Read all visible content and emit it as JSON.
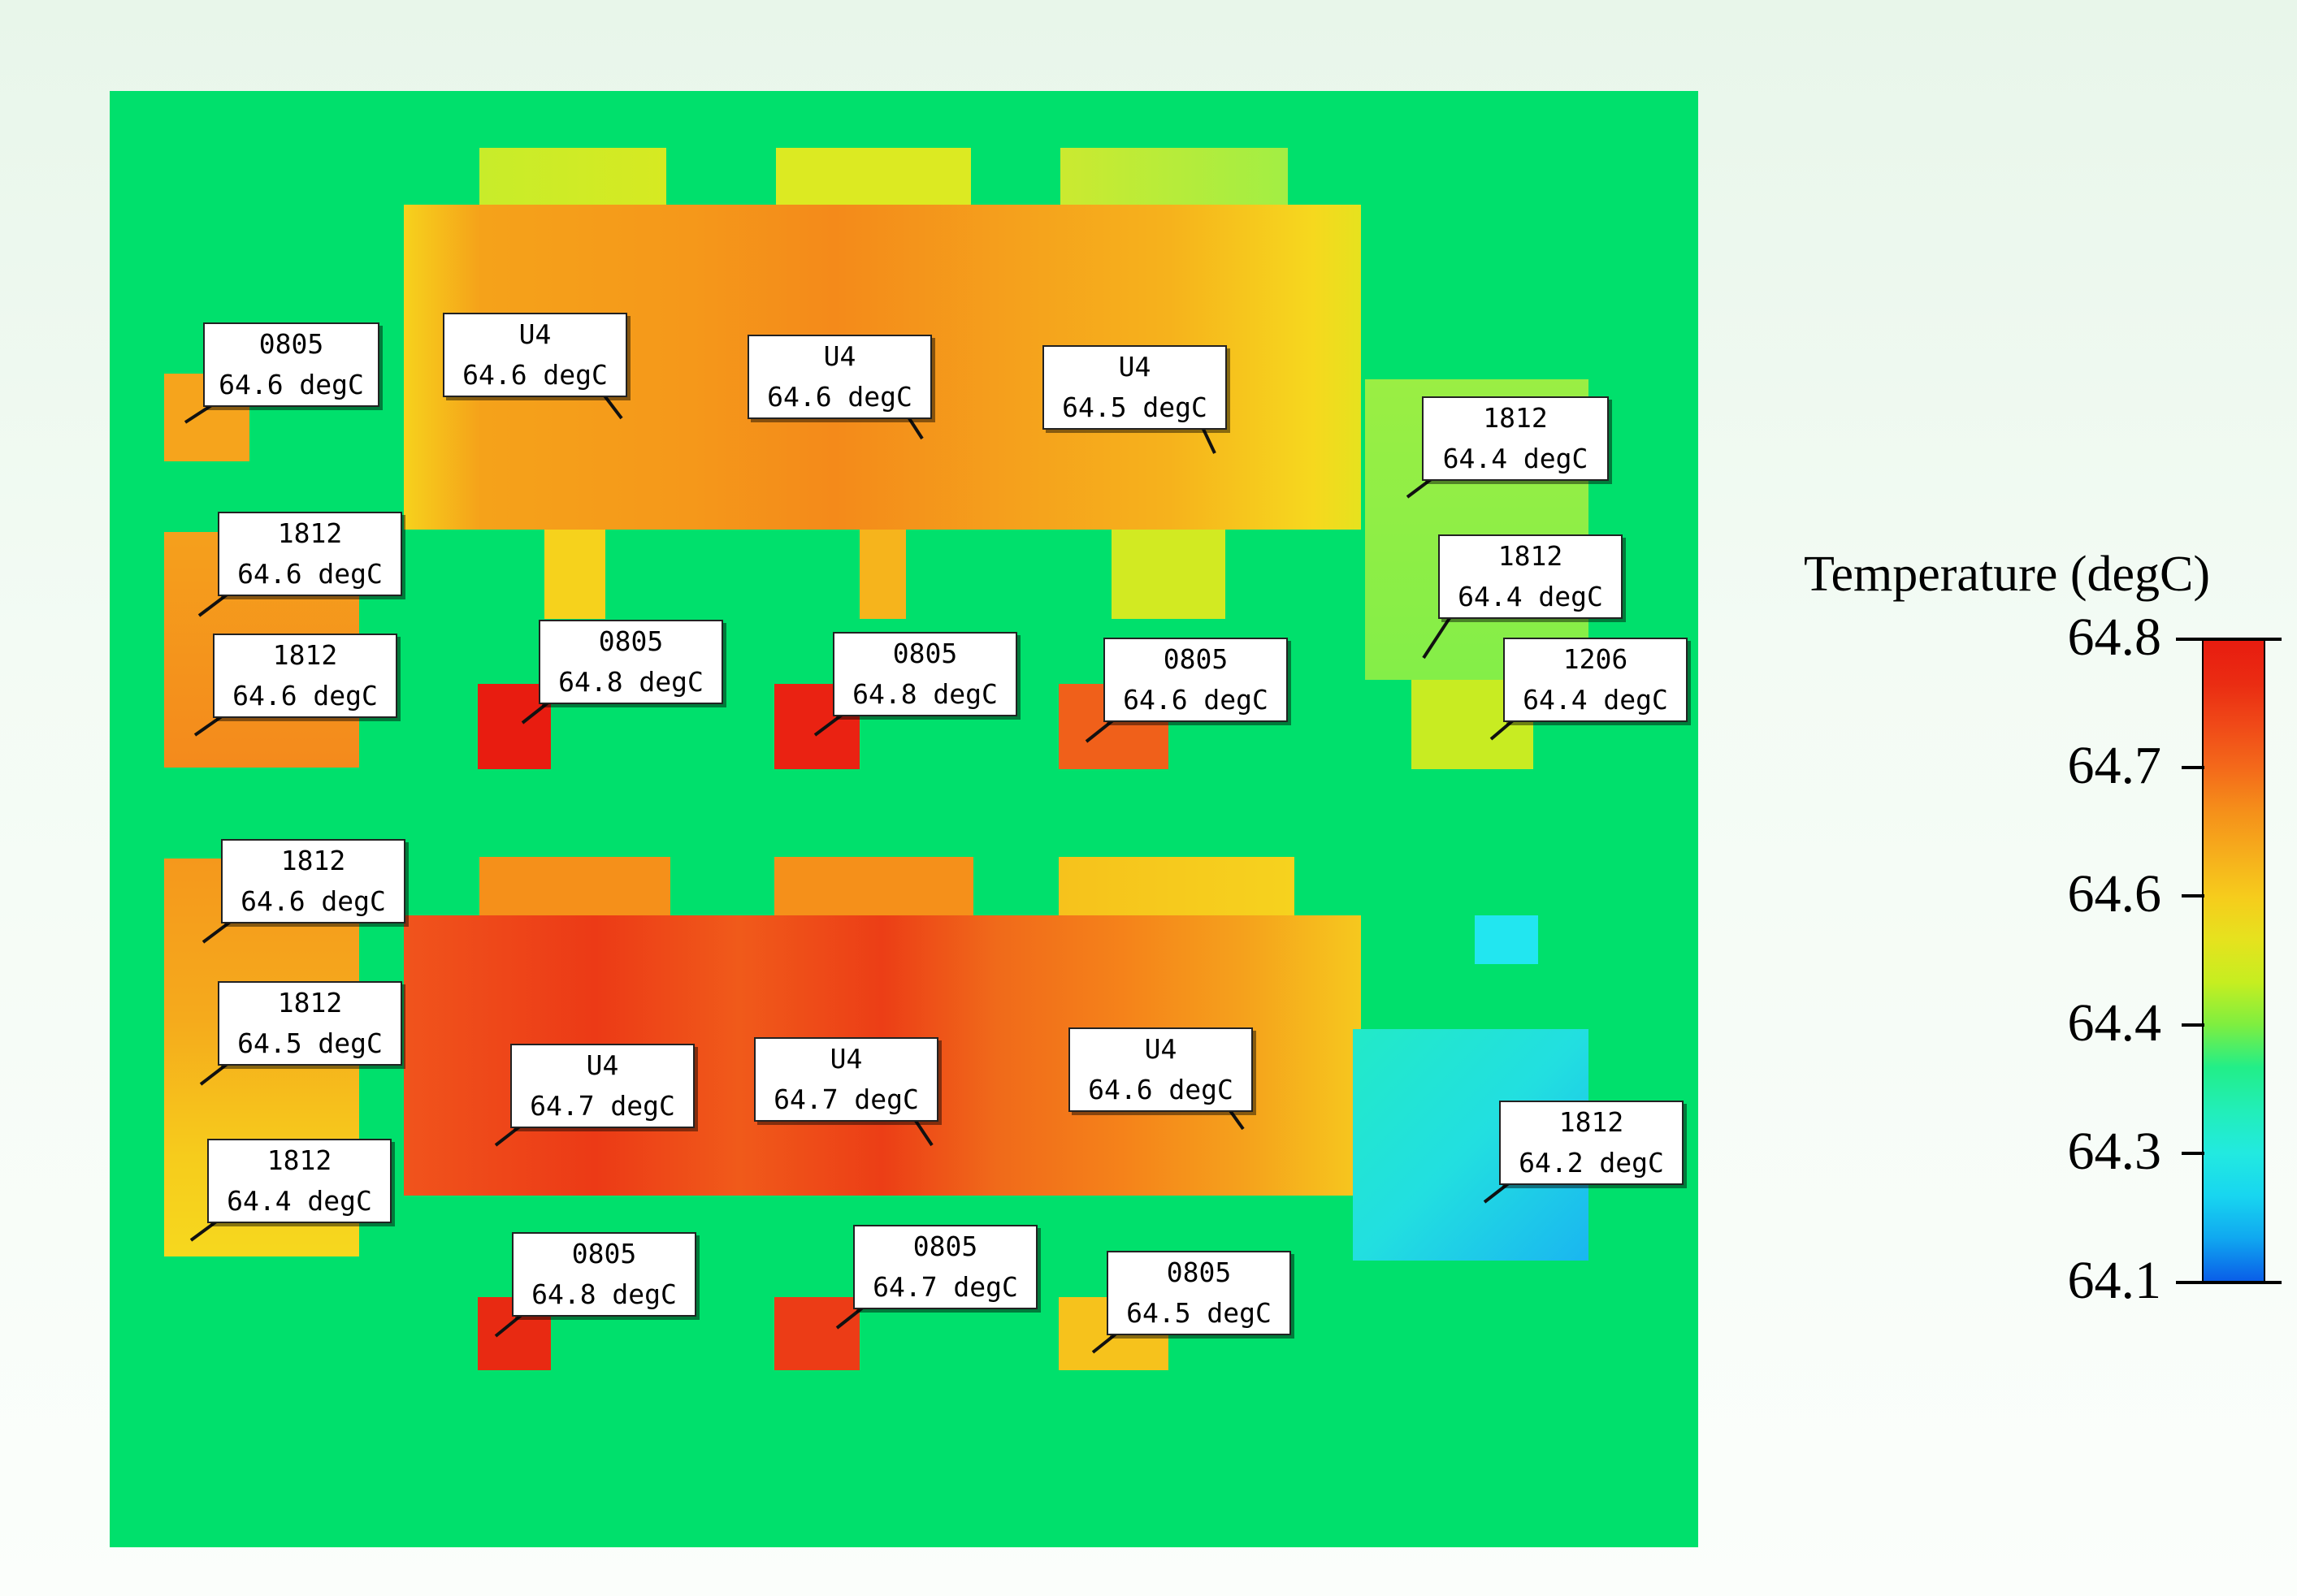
{
  "colors": {
    "board": "#00e06c",
    "t64_8": "#e81c10",
    "t64_7": "#f0441c",
    "t64_6": "#f5901a",
    "t64_5": "#f6c21c",
    "t64_4": "#c6ee20",
    "t64_3": "#22eeb0",
    "t64_2": "#22e2e8",
    "t64_1": "#0a5ee8"
  },
  "labels": [
    {
      "name": "0805",
      "value": "64.6 degC"
    },
    {
      "name": "U4",
      "value": "64.6 degC"
    },
    {
      "name": "U4",
      "value": "64.6 degC"
    },
    {
      "name": "U4",
      "value": "64.5 degC"
    },
    {
      "name": "1812",
      "value": "64.4 degC"
    },
    {
      "name": "1812",
      "value": "64.6 degC"
    },
    {
      "name": "1812",
      "value": "64.6 degC"
    },
    {
      "name": "0805",
      "value": "64.8 degC"
    },
    {
      "name": "0805",
      "value": "64.8 degC"
    },
    {
      "name": "0805",
      "value": "64.6 degC"
    },
    {
      "name": "1812",
      "value": "64.4 degC"
    },
    {
      "name": "1206",
      "value": "64.4 degC"
    },
    {
      "name": "1812",
      "value": "64.6 degC"
    },
    {
      "name": "1812",
      "value": "64.5 degC"
    },
    {
      "name": "1812",
      "value": "64.4 degC"
    },
    {
      "name": "U4",
      "value": "64.7 degC"
    },
    {
      "name": "U4",
      "value": "64.7 degC"
    },
    {
      "name": "U4",
      "value": "64.6 degC"
    },
    {
      "name": "1812",
      "value": "64.2 degC"
    },
    {
      "name": "0805",
      "value": "64.8 degC"
    },
    {
      "name": "0805",
      "value": "64.7 degC"
    },
    {
      "name": "0805",
      "value": "64.5 degC"
    }
  ],
  "legend": {
    "title": "Temperature (degC)",
    "ticks": [
      "64.8",
      "64.7",
      "64.6",
      "64.4",
      "64.3",
      "64.1"
    ],
    "stops": [
      "#e81c10",
      "#ea2c12",
      "#f04a18",
      "#f46a1a",
      "#f5901a",
      "#f6ae1c",
      "#f6cc1c",
      "#e6e21e",
      "#c6ee20",
      "#7eee40",
      "#22ee88",
      "#22eeb8",
      "#22eae0",
      "#18d6f0",
      "#10a8f0",
      "#0a5ee8"
    ]
  }
}
